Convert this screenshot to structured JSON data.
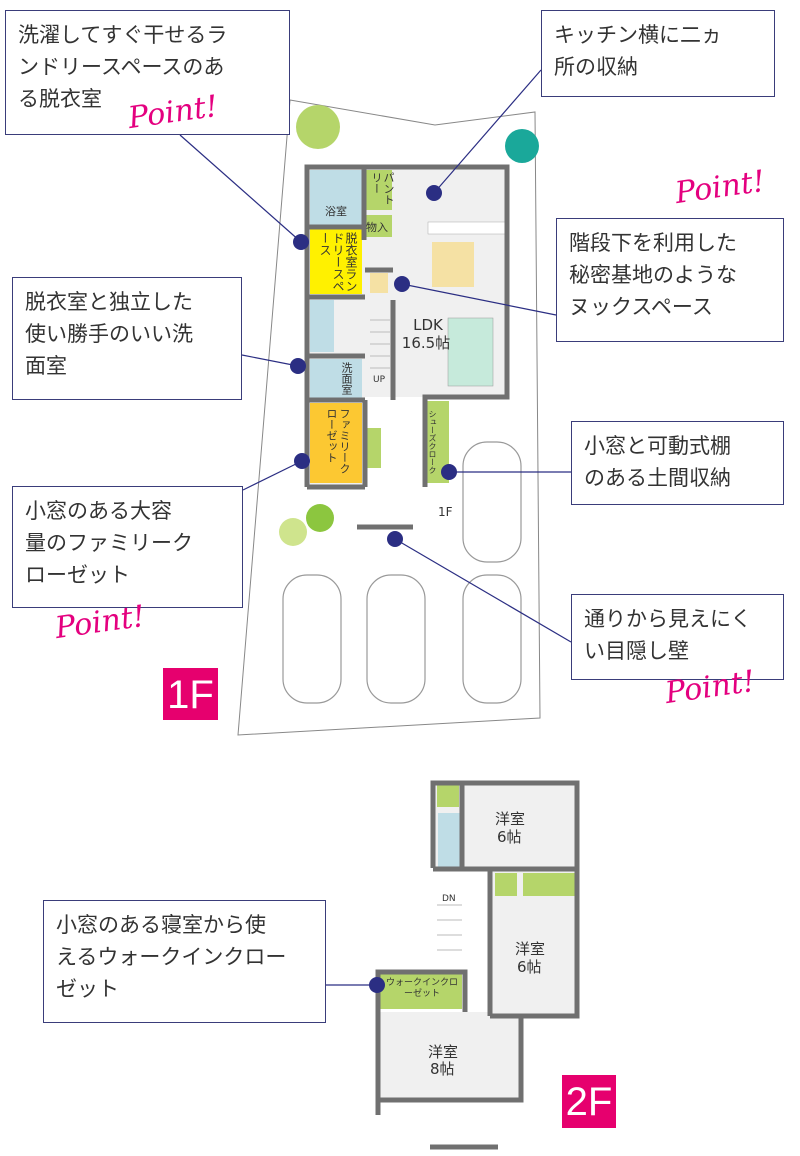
{
  "callouts": [
    {
      "lines": [
        "洗濯してすぐ干せるラ",
        "ンドリースペースのあ",
        "る脱衣室"
      ]
    },
    {
      "lines": [
        "キッチン横に二ヵ",
        "所の収納"
      ]
    },
    {
      "lines": [
        "階段下を利用した",
        "秘密基地のような",
        "ヌックスペース"
      ]
    },
    {
      "lines": [
        "脱衣室と独立した",
        "使い勝手のいい洗",
        "面室"
      ]
    },
    {
      "lines": [
        "小窓と可動式棚",
        "のある土間収納"
      ]
    },
    {
      "lines": [
        "小窓のある大容",
        "量のファミリーク",
        "ローゼット"
      ]
    },
    {
      "lines": [
        "通りから見えにく",
        "い目隠し壁"
      ]
    },
    {
      "lines": [
        "小窓のある寝室から使",
        "えるウォークインクロー",
        "ゼット"
      ]
    }
  ],
  "point_label": "Point!",
  "floor1": {
    "badge": "1F",
    "small_label": "1F",
    "rooms": {
      "bath": "浴室",
      "pantry": "パントリー",
      "storage": "物入",
      "laundry": "脱衣室ランドリースペース",
      "ldk": "LDK",
      "ldk_size": "16.5帖",
      "washroom": "洗面室",
      "family_closet": "ファミリークローゼット",
      "shoe_closet": "シューズクローク",
      "up": "UP"
    }
  },
  "floor2": {
    "badge": "2F",
    "rooms": {
      "room1": "洋室",
      "room1_size": "6帖",
      "room2": "洋室",
      "room2_size": "6帖",
      "room3": "洋室",
      "room3_size": "8帖",
      "wic": "ウォークインクローゼット",
      "dn": "DN"
    }
  },
  "colors": {
    "accent": "#e6006e",
    "dot": "#2b2e83",
    "wall": "#707070",
    "yellow": "#fff100",
    "orange": "#fcc832",
    "green": "#b5d56a",
    "blue": "#bfdde6",
    "floor": "#f0f0f0"
  }
}
